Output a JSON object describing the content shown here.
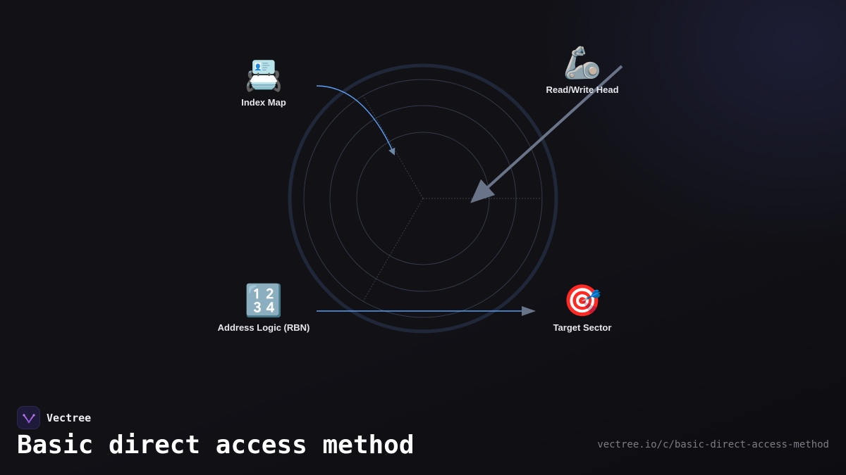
{
  "diagram": {
    "nodes": [
      {
        "id": "index-map",
        "icon": "card-index-icon",
        "emoji": "📇",
        "label": "Index Map"
      },
      {
        "id": "rw-head",
        "icon": "mechanical-arm-icon",
        "emoji": "🦾",
        "label": "Read/Write Head"
      },
      {
        "id": "address",
        "icon": "input-numbers-icon",
        "emoji": "🔢",
        "label": "Address Logic (RBN)"
      },
      {
        "id": "target",
        "icon": "direct-hit-target-icon",
        "emoji": "🎯",
        "label": "Target Sector"
      }
    ],
    "edges": [
      {
        "from": "index-map",
        "to": "disk",
        "color": "#5b9df0"
      },
      {
        "from": "rw-head",
        "to": "disk",
        "color": "#6a7488"
      },
      {
        "from": "address",
        "to": "target",
        "color": "#5b9df0"
      }
    ],
    "colors": {
      "background": "#111116",
      "disk_outer_ring": "#1f2738",
      "disk_tracks": "#343a48",
      "accent_blue": "#5b9df0",
      "arrow_gray": "#6a7488"
    }
  },
  "brand": {
    "name": "Vectree"
  },
  "footer": {
    "title": "Basic direct access method",
    "url": "vectree.io/c/basic-direct-access-method"
  }
}
